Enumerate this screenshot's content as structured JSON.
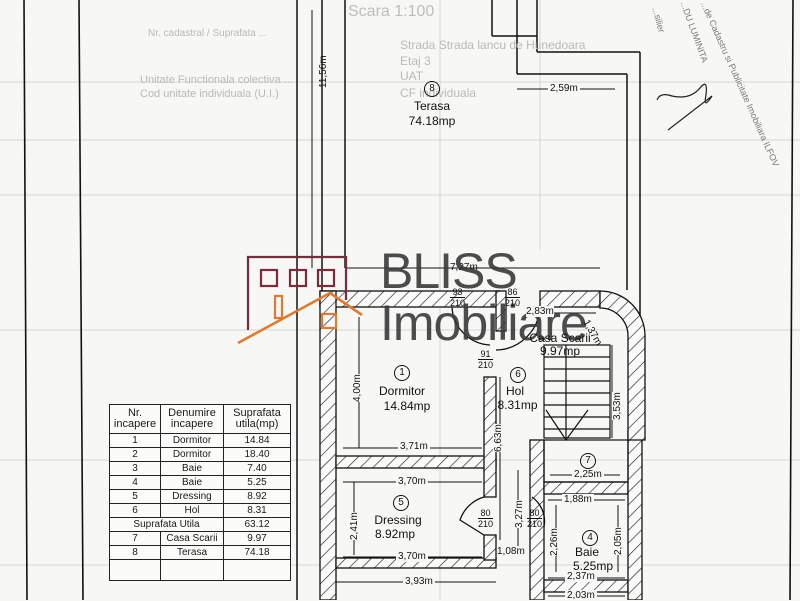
{
  "document": {
    "type": "floor-plan",
    "scale_label": "Scara 1:100",
    "header_faint": {
      "left_line1": "Nr. cadastral / Suprafata ...",
      "left_line2": "Unitate Functionala colectiva ...",
      "left_line3": "Cod unitate individuala (U.I.)",
      "right_line1": "Strada Strada lancu de Hunedoara",
      "right_line2": "Etaj 3",
      "right_line3": "UAT",
      "right_line4": "CF individuala"
    },
    "stamp": {
      "line1": "...de Cadastru si Publicitate Imobiliara ILFOV",
      "line2": "...DU LUMINITA",
      "line3": "...silier"
    }
  },
  "watermark": {
    "line1": "BLISS",
    "line2": "Imobiliare",
    "brand_color_house": "#7b2b3a",
    "brand_color_roof": "#e07a2e"
  },
  "rooms": [
    {
      "nr": "1",
      "name": "Dormitor",
      "area": "14.84mp"
    },
    {
      "nr": "4",
      "name": "Baie",
      "area": "5.25mp"
    },
    {
      "nr": "5",
      "name": "Dressing",
      "area": "8.92mp"
    },
    {
      "nr": "6",
      "name": "Hol",
      "area": "8.31mp"
    },
    {
      "nr": "7",
      "name": "",
      "area": ""
    },
    {
      "nr": "8",
      "name": "Terasa",
      "area": "74.18mp"
    },
    {
      "nr": "",
      "name": "Casa Scarii",
      "area": "9.97mp"
    }
  ],
  "dimensions": {
    "terasa_height": "11,56m",
    "terasa_step": "2,59m",
    "top_width": "7,27m",
    "stair_width": "2,83m",
    "stair_curve": "1,37m",
    "stair_height": "3,53m",
    "dormitor_height": "4,00m",
    "dormitor_width": "3,71m",
    "hol_height": "6,63m",
    "dressing_top": "3,70m",
    "dressing_bottom": "3,70m",
    "dressing_height": "2,41m",
    "corridor": "1,08m",
    "bottom_width": "3,93m",
    "hall_height": "3,27m",
    "room7_width": "2,25m",
    "baie_top": "1,88m",
    "baie_left": "2,26m",
    "baie_right": "2,05m",
    "baie_bottom": "2,37m",
    "bottom_right": "2,03m"
  },
  "doors": [
    {
      "w": "93",
      "h": "210"
    },
    {
      "w": "86",
      "h": "210"
    },
    {
      "w": "91",
      "h": "210"
    },
    {
      "w": "80",
      "h": "210"
    },
    {
      "w": "80",
      "h": "210"
    }
  ],
  "legend": {
    "headers": [
      "Nr. incapere",
      "Denumire incapere",
      "Suprafata utila(mp)"
    ],
    "rows": [
      {
        "nr": "1",
        "name": "Dormitor",
        "area": "14.84"
      },
      {
        "nr": "2",
        "name": "Dormitor",
        "area": "18.40"
      },
      {
        "nr": "3",
        "name": "Baie",
        "area": "7.40"
      },
      {
        "nr": "4",
        "name": "Baie",
        "area": "5.25"
      },
      {
        "nr": "5",
        "name": "Dressing",
        "area": "8.92"
      },
      {
        "nr": "6",
        "name": "Hol",
        "area": "8.31"
      }
    ],
    "total_label": "Suprafata Utila",
    "total_value": "63.12",
    "extra_rows": [
      {
        "nr": "7",
        "name": "Casa Scarii",
        "area": "9.97"
      },
      {
        "nr": "8",
        "name": "Terasa",
        "area": "74.18"
      }
    ]
  }
}
